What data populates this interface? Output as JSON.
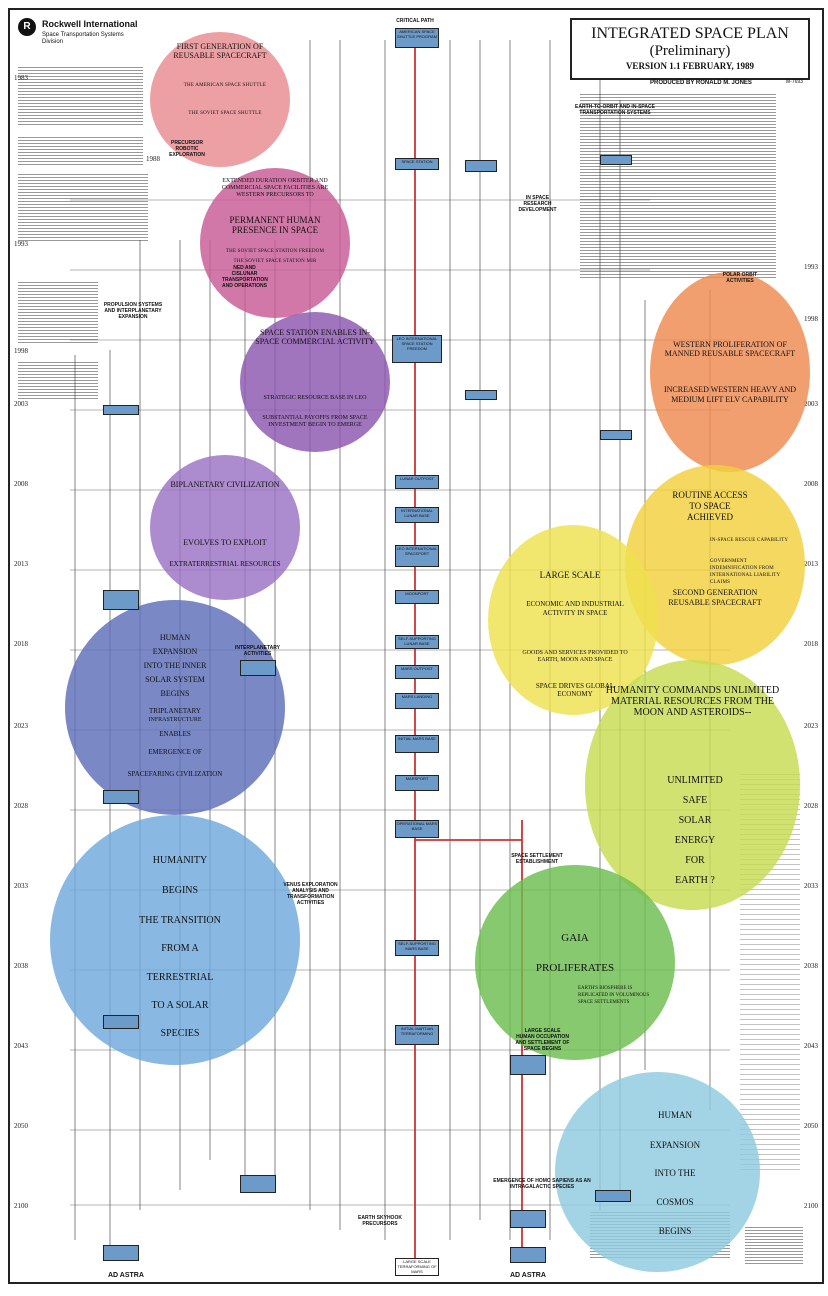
{
  "header": {
    "logo_mark": "R",
    "company": "Rockwell International",
    "division": "Space Transportation Systems Division",
    "title": "INTEGRATED SPACE PLAN",
    "subtitle": "(Preliminary)",
    "version": "VERSION 1.1 FEBRUARY, 1989",
    "producer": "PRODUCED BY RONALD M. JONES",
    "code": "M-7693"
  },
  "column_labels": {
    "critical_path": "CRITICAL PATH",
    "earth_to_orbit": "EARTH-TO-ORBIT AND IN-SPACE TRANSPORTATION SYSTEMS",
    "precursor": "PRECURSOR ROBOTIC EXPLORATION",
    "propulsion": "PROPULSION SYSTEMS AND INTERPLANETARY EXPANSION",
    "research": "IN SPACE RESEARCH DEVELOPMENT",
    "polar": "POLAR ORBIT ACTIVITIES",
    "ced": "NED AND CISLUNAR TRANSPORTATION AND OPERATIONS",
    "interplanetary": "INTERPLANETARY ACTIVITIES",
    "venus": "VENUS EXPLORATION ANALYSIS AND TRANSFORMATION ACTIVITIES",
    "settlement": "SPACE SETTLEMENT ESTABLISHMENT",
    "skyhook": "EARTH SKYHOOK PRECURSORS",
    "emergence": "EMERGENCE OF HOMO SAPIENS AS AN INTRAGALACTIC SPECIES",
    "large_scale": "LARGE SCALE HUMAN OCCUPATION AND SETTLEMENT OF SPACE BEGINS",
    "ad_astra": "AD ASTRA"
  },
  "years_left": [
    "1983",
    "1988",
    "1993",
    "1998",
    "2003",
    "2008",
    "2013",
    "2018",
    "2023",
    "2028",
    "2033",
    "2038",
    "2043",
    "2050",
    "2100"
  ],
  "years_right": [
    "1993",
    "1998",
    "2003",
    "2008",
    "2013",
    "2018",
    "2023",
    "2028",
    "2033",
    "2038",
    "2043",
    "2050",
    "2100"
  ],
  "bubbles": {
    "first_gen": {
      "title": "FIRST GENERATION OF REUSABLE SPACECRAFT",
      "lines": [
        "THE AMERICAN SPACE SHUTTLE",
        "THE SOVIET SPACE SHUTTLE"
      ],
      "color": "#e98b8f"
    },
    "duration": {
      "title": "EXTENDED DURATION ORBITER AND COMMERCIAL SPACE FACILITIES ARE WESTERN PRECURSORS TO",
      "main": "PERMANENT HUMAN PRESENCE IN SPACE",
      "lines": [
        "THE SOVIET SPACE STATION FREEDOM",
        "THE SOVIET SPACE STATION MIR"
      ],
      "color": "#c85a96"
    },
    "station": {
      "title": "SPACE STATION ENABLES IN-SPACE COMMERCIAL ACTIVITY",
      "lines": [
        "STRATEGIC RESOURCE BASE IN LEO",
        "SUBSTANTIAL PAYOFFS FROM SPACE INVESTMENT BEGIN TO EMERGE"
      ],
      "color": "#8c56b0"
    },
    "civilization": {
      "title": "BIPLANETARY CIVILIZATION",
      "main": "EVOLVES TO EXPLOIT",
      "sub": "EXTRATERRESTRIAL RESOURCES",
      "color": "#9a72c4"
    },
    "human_exp": {
      "lines": [
        "HUMAN",
        "EXPANSION",
        "INTO THE INNER",
        "SOLAR SYSTEM",
        "BEGINS",
        "TRIPLANETARY",
        "INFRASTRUCTURE",
        "ENABLES",
        "EMERGENCE OF",
        "SPACEFARING CIVILIZATION"
      ],
      "color": "#5d6fb8"
    },
    "transition": {
      "lines": [
        "HUMANITY",
        "BEGINS",
        "THE TRANSITION",
        "FROM A",
        "TERRESTRIAL",
        "TO A SOLAR",
        "SPECIES"
      ],
      "color": "#6fa9dd"
    },
    "western": {
      "title": "WESTERN PROLIFERATION OF MANNED REUSABLE SPACECRAFT",
      "main": "INCREASED WESTERN HEAVY AND MEDIUM LIFT ELV CAPABILITY",
      "color": "#ee8a4f"
    },
    "routine": {
      "title": "ROUTINE ACCESS TO SPACE ACHIEVED",
      "main": "SECOND GENERATION REUSABLE SPACECRAFT",
      "lines": [
        "IN-SPACE RESCUE CAPABILITY",
        "GOVERNMENT INDEMNIFICATION FROM INTERNATIONAL LIABILITY CLAIMS"
      ],
      "color": "#f2cf3c"
    },
    "large_scale": {
      "title": "LARGE SCALE",
      "main": "ECONOMIC AND INDUSTRIAL ACTIVITY IN SPACE",
      "lines": [
        "GOODS AND SERVICES PROVIDED TO EARTH, MOON AND SPACE",
        "SPACE DRIVES GLOBAL ECONOMY"
      ],
      "color": "#efe24e"
    },
    "material": {
      "title": "HUMANITY COMMANDS UNLIMITED MATERIAL RESOURCES FROM THE MOON AND ASTEROIDS--",
      "lines": [
        "UNLIMITED",
        "SAFE",
        "SOLAR",
        "ENERGY",
        "FOR",
        "EARTH ?"
      ],
      "color": "#c7dc52"
    },
    "gaia": {
      "title": "GAIA",
      "main": "PROLIFERATES",
      "lines": [
        "EARTH'S BIOSPHERE IS REPLICATED IN VOLUMINOUS SPACE SETTLEMENTS"
      ],
      "color": "#6dbd4e"
    },
    "cosmos": {
      "lines": [
        "HUMAN",
        "EXPANSION",
        "INTO THE",
        "COSMOS",
        "BEGINS"
      ],
      "color": "#8fcbdf"
    }
  },
  "critical_boxes": [
    "AMERICAN SPACE SHUTTLE PROGRAM",
    "SPACE STATION",
    "LEO INTERNATIONAL SPACE STATION FREEDOM",
    "LUNAR OUTPOST",
    "INTERNATIONAL LUNAR BASE",
    "LEO INTERNATIONAL SPACEPORT",
    "MOONPORT",
    "SELF-SUPPORTING LUNAR BASE",
    "MARS OUTPOST",
    "MARS LANDING",
    "INITIAL MARS BASE",
    "MARSPORT",
    "OPERATIONAL MARS BASE",
    "SELF-SUPPORTING MARS BASE",
    "INITIAL MARTIAN TERRAFORMING",
    "LARGE SCALE TERRAFORMING OF MARS",
    "AD ASTRA"
  ]
}
